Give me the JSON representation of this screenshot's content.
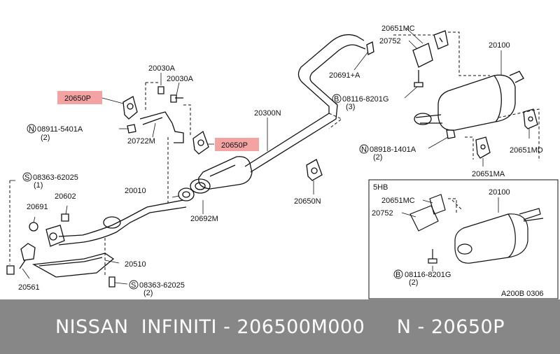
{
  "labels": {
    "p20650p_a": "20650P",
    "p20030a_1": "20030A",
    "p20030a_2": "20030A",
    "p08911": "08911-5401A",
    "p08911_qty": "(2)",
    "p20722m": "20722M",
    "p20650p_b": "20650P",
    "p20300n": "20300N",
    "p08363_top": "08363-62025",
    "p08363_top_qty": "(1)",
    "p20602": "20602",
    "p20691": "20691",
    "p20010": "20010",
    "p20692m": "20692M",
    "p20510": "20510",
    "p20561": "20561",
    "p08363_bot": "08363-62025",
    "p08363_bot_qty": "(2)",
    "p20650n": "20650N",
    "p20651mc": "20651MC",
    "p20752": "20752",
    "p20691a": "20691+A",
    "p20100": "20100",
    "p08116": "08116-8201G",
    "p08116_qty": "(3)",
    "p08918": "08918-1401A",
    "p08918_qty": "(2)",
    "p20651md": "20651MD",
    "p20651ma": "20651MA",
    "inset_title": "5HB",
    "inset_20651mc": "20651MC",
    "inset_20752": "20752",
    "inset_20100": "20100",
    "inset_08116": "08116-8201G",
    "inset_08116_qty": "(2)",
    "ref_code": "A200B 0306"
  },
  "symbols": {
    "n": "N",
    "s": "S",
    "b": "B"
  },
  "footer": {
    "text": "NISSAN  INFINITI - 206500M000     N - 20650P"
  },
  "colors": {
    "highlight": "#f4a3a3",
    "footer_bg": "#878787"
  }
}
